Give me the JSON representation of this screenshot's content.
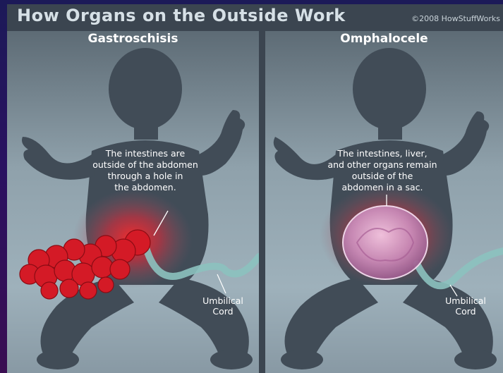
{
  "header": {
    "title": "How Organs on the Outside Work",
    "copyright": "©2008 HowStuffWorks"
  },
  "panels": [
    {
      "title": "Gastroschisis",
      "caption_lines": [
        "The intestines are",
        "outside of the abdomen",
        "through a hole in",
        "the abdomen."
      ],
      "cord_label_lines": [
        "Umbilical",
        "Cord"
      ]
    },
    {
      "title": "Omphalocele",
      "caption_lines": [
        "The intestines, liver,",
        "and other organs remain",
        "outside of the",
        "abdomen in a sac."
      ],
      "cord_label_lines": [
        "Umbilical",
        "Cord"
      ]
    }
  ],
  "colors": {
    "silhouette": "#3f4a55",
    "intestine_red": "#d01825",
    "sac_pink": "#d9a0c8",
    "cord": "#7fb3b0",
    "glow": "#ff3030"
  }
}
